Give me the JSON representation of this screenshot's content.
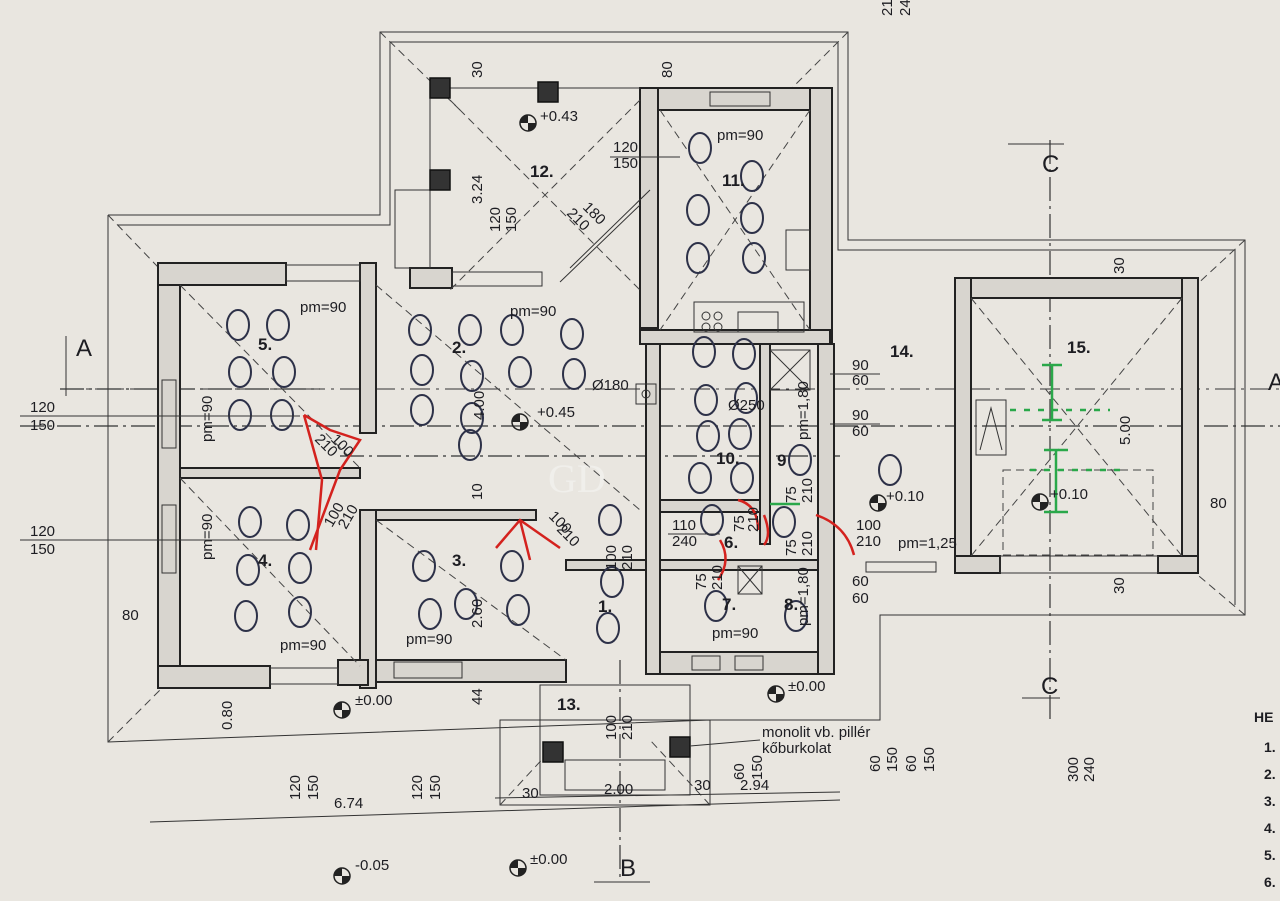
{
  "rooms": [
    {
      "num": "1."
    },
    {
      "num": "2."
    },
    {
      "num": "3."
    },
    {
      "num": "4."
    },
    {
      "num": "5."
    },
    {
      "num": "6."
    },
    {
      "num": "7."
    },
    {
      "num": "8."
    },
    {
      "num": "9"
    },
    {
      "num": "10."
    },
    {
      "num": "11."
    },
    {
      "num": "12."
    },
    {
      "num": "13."
    },
    {
      "num": "14."
    },
    {
      "num": "15."
    }
  ],
  "sections": {
    "a": "A",
    "b": "B",
    "c": "C"
  },
  "elevations": {
    "terrace": "+0.43",
    "hall": "+0.45",
    "yard": "+0.10",
    "garage": "+0.10",
    "entry": "±0.00",
    "front": "±0.00",
    "bottom": "±0.00",
    "ground": "-0.05"
  },
  "parapets": {
    "room5": "pm=90",
    "room2": "pm=90",
    "room11": "pm=90",
    "room4_side": "pm=90",
    "room5_side": "pm=90",
    "room4": "pm=90",
    "room3": "pm=90",
    "room7": "pm=90",
    "room9_side": "pm=1,80",
    "room8_side": "pm=1,80",
    "room14": "pm=1,25"
  },
  "dims": {
    "d6_74": "6.74",
    "d2_00": "2.00",
    "d2_94": "2.94",
    "d30a": "30",
    "d30b": "30",
    "d80_left": "80",
    "d80_right": "80",
    "d80_top": "80",
    "d30_top": "30",
    "d30_garage_top": "30",
    "d30_garage_bot": "30",
    "d3_24": "3.24",
    "d5_00": "5.00",
    "d4_00": "4.00",
    "d2_60": "2.60",
    "d10": "10",
    "d0_80": "0.80",
    "d44": "44",
    "w120_150_a": "120",
    "w120_150_a2": "150",
    "w120_150_b": "120",
    "w120_150_b2": "150",
    "w120_12a": "120",
    "w150_12a": "150",
    "w180_210": "180",
    "w210_180": "210",
    "w120_bot1": "120",
    "w150_bot1": "150",
    "w120_bot2": "120",
    "w150_bot2": "150",
    "w60_bot": "60",
    "w150_bot": "150",
    "w60_bot2": "60",
    "w150_bot2b": "150",
    "w60_bot3": "60",
    "w150_bot3": "150",
    "w300": "300",
    "w240": "240",
    "win90_60a": "90",
    "win60a": "60",
    "win90_60b": "90",
    "win60b": "60",
    "d100_210_hall": "100",
    "d210_hall": "210",
    "d100_210_3": "100",
    "d210_3": "210",
    "d100_210_1": "100",
    "d210_1": "210",
    "d100_210_13": "100",
    "d210_13": "210",
    "d100_210_14": "100",
    "d210_14": "210",
    "d110_240": "110",
    "d240": "240",
    "d75_210_a": "75",
    "d210_a": "210",
    "d75_210_b": "75",
    "d210_b": "210",
    "d75_210_c": "75",
    "d210_c": "210",
    "d75_210_d": "75",
    "d210_d": "210",
    "d100_5": "100",
    "d210_5": "210",
    "d60_14a": "60",
    "d60_14b": "60",
    "d180": "Ø180",
    "d250": "Ø250",
    "top21": "21",
    "top24": "24"
  },
  "notes": {
    "pillar": "monolit vb. pillér",
    "paving": "kőburkolat"
  },
  "legend": {
    "title": "HE",
    "items": [
      "1.",
      "2.",
      "3.",
      "4.",
      "5.",
      "6."
    ]
  },
  "watermark": "GD",
  "colors": {
    "paper": "#e9e6e0",
    "ink": "#1d1d22",
    "red_marks": "#d4221e",
    "green_marks": "#2aa84a",
    "spots": "#2d3148"
  }
}
